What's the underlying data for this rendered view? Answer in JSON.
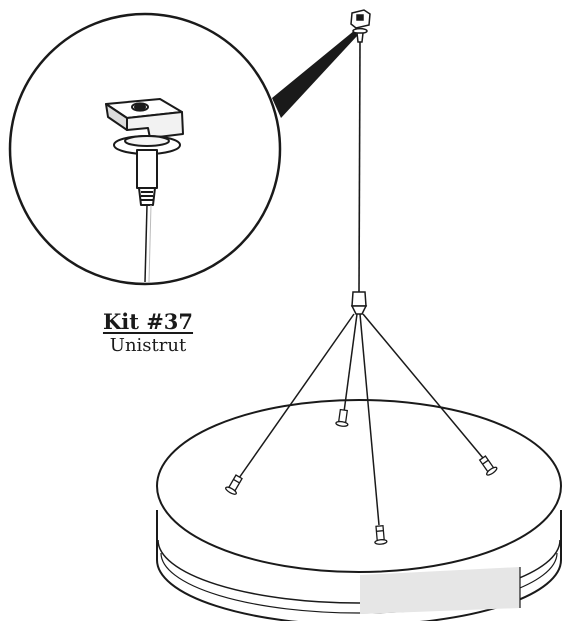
{
  "kit": {
    "title": "Kit #37",
    "subtitle": "Unistrut"
  },
  "parts": {
    "detail_callout": "unistrut-nut-detail",
    "fixture": "round-disc-fixture",
    "cables": 4
  },
  "colors": {
    "line": "#1a1a1a",
    "fill": "#ffffff",
    "shade": "#e6e6e6"
  }
}
